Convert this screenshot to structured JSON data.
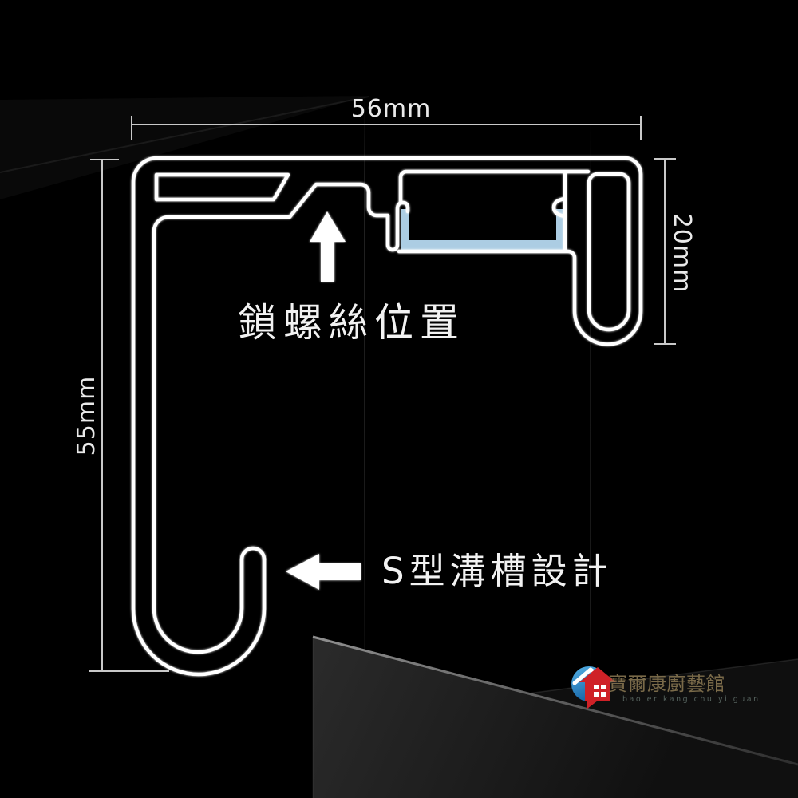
{
  "dimensions": {
    "top": "56mm",
    "left": "55mm",
    "right": "20mm"
  },
  "annotations": {
    "screw_position": "鎖螺絲位置",
    "s_groove": "S型溝槽設計"
  },
  "watermark": {
    "brand": "寶爾康廚藝館",
    "pinyin": "bao er kang chu yi guan"
  },
  "icons": {
    "screw_pointer": "arrow-up",
    "groove_pointer": "arrow-left",
    "watermark_logo": "house-in-circle"
  },
  "colors": {
    "background": "#000000",
    "profile_line": "#ffffff",
    "dimension_line": "#c9c9c9",
    "channel_highlight": "#b5d8ef",
    "logo_blue": "#2a8fd4",
    "logo_red": "#cf2127",
    "watermark_gold": "#8d7b54"
  }
}
